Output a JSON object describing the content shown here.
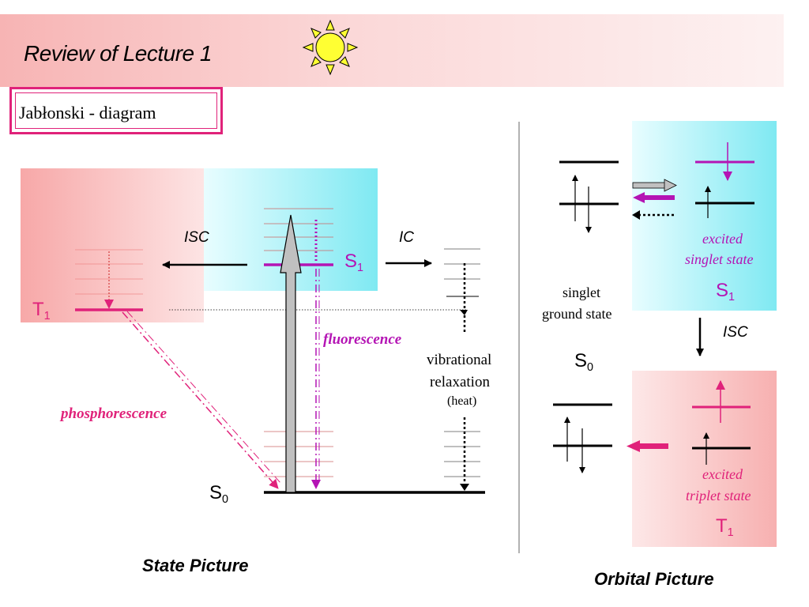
{
  "header": {
    "title": "Review of Lecture 1",
    "subtitle": "Jabłonski - diagram"
  },
  "state_picture": {
    "caption": "State Picture",
    "s1_label": "S",
    "s1_sub": "1",
    "t1_label": "T",
    "t1_sub": "1",
    "s0_label": "S",
    "s0_sub": "0",
    "isc_label": "ISC",
    "ic_label": "IC",
    "fluorescence_label": "fluorescence",
    "phosphorescence_label": "phosphorescence",
    "vib_line1": "vibrational",
    "vib_line2": "relaxation",
    "vib_line3": "(heat)"
  },
  "orbital_picture": {
    "caption": "Orbital Picture",
    "singlet_ground_line1": "singlet",
    "singlet_ground_line2": "ground state",
    "s0_label": "S",
    "s0_sub": "0",
    "excited_singlet_line1": "excited",
    "excited_singlet_line2": "singlet state",
    "s1_label": "S",
    "s1_sub": "1",
    "isc_label": "ISC",
    "excited_triplet_line1": "excited",
    "excited_triplet_line2": "triplet state",
    "t1_label": "T",
    "t1_sub": "1"
  },
  "colors": {
    "magenta": "#e0227a",
    "violet": "#b414b4",
    "cyan": "#7fe9f2",
    "pink": "#f7b4b4"
  },
  "icons": {
    "sun": "sun-icon"
  }
}
